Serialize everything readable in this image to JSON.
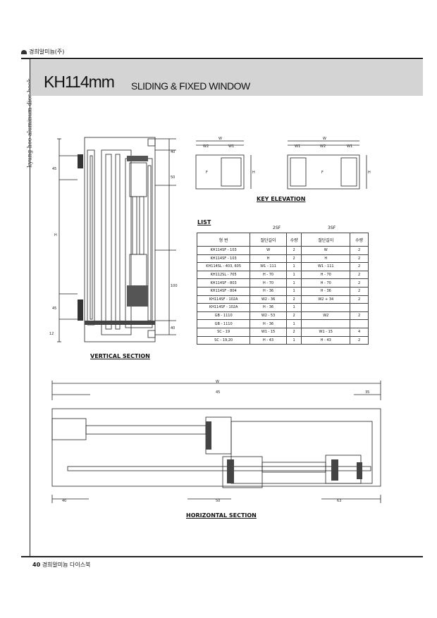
{
  "header": {
    "brand": "경희알미늄(주)",
    "side_text": "kyung hee aluminum dies book",
    "title_main": "KH114mm",
    "title_sub": "SLIDING & FIXED WINDOW"
  },
  "captions": {
    "vertical": "VERTICAL SECTION",
    "key_elevation": "KEY ELEVATION",
    "horizontal": "HORIZONTAL SECTION",
    "list": "LIST"
  },
  "elevation": {
    "left": {
      "w": "W",
      "w2": "W2",
      "w1": "W1",
      "f": "F",
      "h": "H"
    },
    "right": {
      "w": "W",
      "w1a": "W1",
      "w2": "W2",
      "w1b": "W1",
      "f": "F",
      "h": "H"
    }
  },
  "vertical_dims": {
    "d40a": "40",
    "d50": "50",
    "d45a": "45",
    "h": "H",
    "d100": "100",
    "d45b": "45",
    "d40b": "40",
    "d12": "12"
  },
  "horizontal_dims": {
    "w": "W",
    "d45": "45",
    "d35": "35",
    "d40": "40",
    "d50": "50",
    "d63": "63"
  },
  "list_table": {
    "group_2sf": "2SF",
    "group_3sf": "3SF",
    "headers": [
      "형  번",
      "절단길이",
      "수량",
      "절단길이",
      "수량"
    ],
    "rows": [
      [
        "KH114SF - 103",
        "W",
        "2",
        "W",
        "2"
      ],
      [
        "KH114SF - 103",
        "H",
        "2",
        "H",
        "2"
      ],
      [
        "KH114SL - 403, 605",
        "W1 - 111",
        "1",
        "W1 - 111",
        "2"
      ],
      [
        "KH112SL - 705",
        "H - 70",
        "1",
        "H - 70",
        "2"
      ],
      [
        "KH114SF - 803",
        "H - 70",
        "1",
        "H - 70",
        "2"
      ],
      [
        "KH114SF - 804",
        "H - 36",
        "1",
        "H - 36",
        "2"
      ],
      [
        "KH114SF - 102A",
        "W2 - 36",
        "2",
        "W2 + 34",
        "2"
      ],
      [
        "KH114SF - 102A",
        "H - 36",
        "1",
        "",
        ""
      ],
      [
        "GB - 1110",
        "W2 - 53",
        "2",
        "W2",
        "2"
      ],
      [
        "GB - 1110",
        "H - 36",
        "1",
        "",
        ""
      ],
      [
        "SC - 19",
        "W1 - 15",
        "2",
        "W1 - 15",
        "4"
      ],
      [
        "SC - 19,20",
        "H - 43",
        "1",
        "H - 43",
        "2"
      ]
    ]
  },
  "footer": {
    "page": "40",
    "label": "경희알미늄 다이스북"
  }
}
